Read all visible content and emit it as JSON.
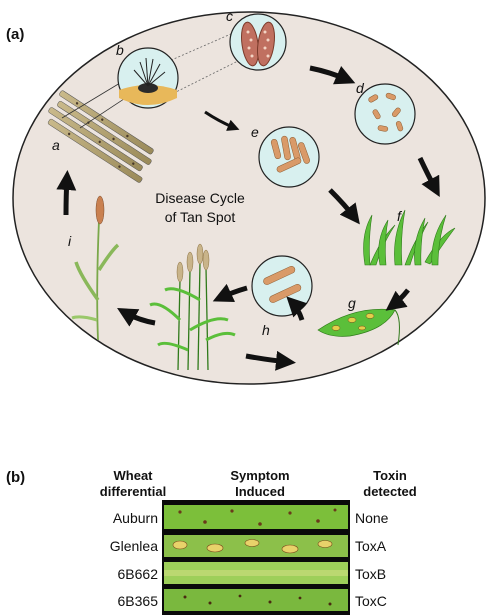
{
  "panel_a": {
    "label": "(a)",
    "cycle_title_line1": "Disease Cycle",
    "cycle_title_line2": "of Tan Spot",
    "stages": [
      "a",
      "b",
      "c",
      "d",
      "e",
      "f",
      "g",
      "h",
      "i"
    ]
  },
  "panel_b": {
    "label": "(b)",
    "headers": {
      "wheat_line1": "Wheat",
      "wheat_line2": "differential",
      "symptom_line1": "Symptom",
      "symptom_line2": "Induced",
      "toxin_line1": "Toxin",
      "toxin_line2": "detected"
    },
    "rows": [
      {
        "differential": "Auburn",
        "toxin": "None"
      },
      {
        "differential": "Glenlea",
        "toxin": "ToxA"
      },
      {
        "differential": "6B662",
        "toxin": "ToxB"
      },
      {
        "differential": "6B365",
        "toxin": "ToxC"
      }
    ]
  },
  "colors": {
    "oval_fill": "#ece4de",
    "circle_fill": "#d8f0ef",
    "spore": "#d99a68",
    "leaf_green": "#5bbf3a",
    "arrow": "#111111"
  }
}
